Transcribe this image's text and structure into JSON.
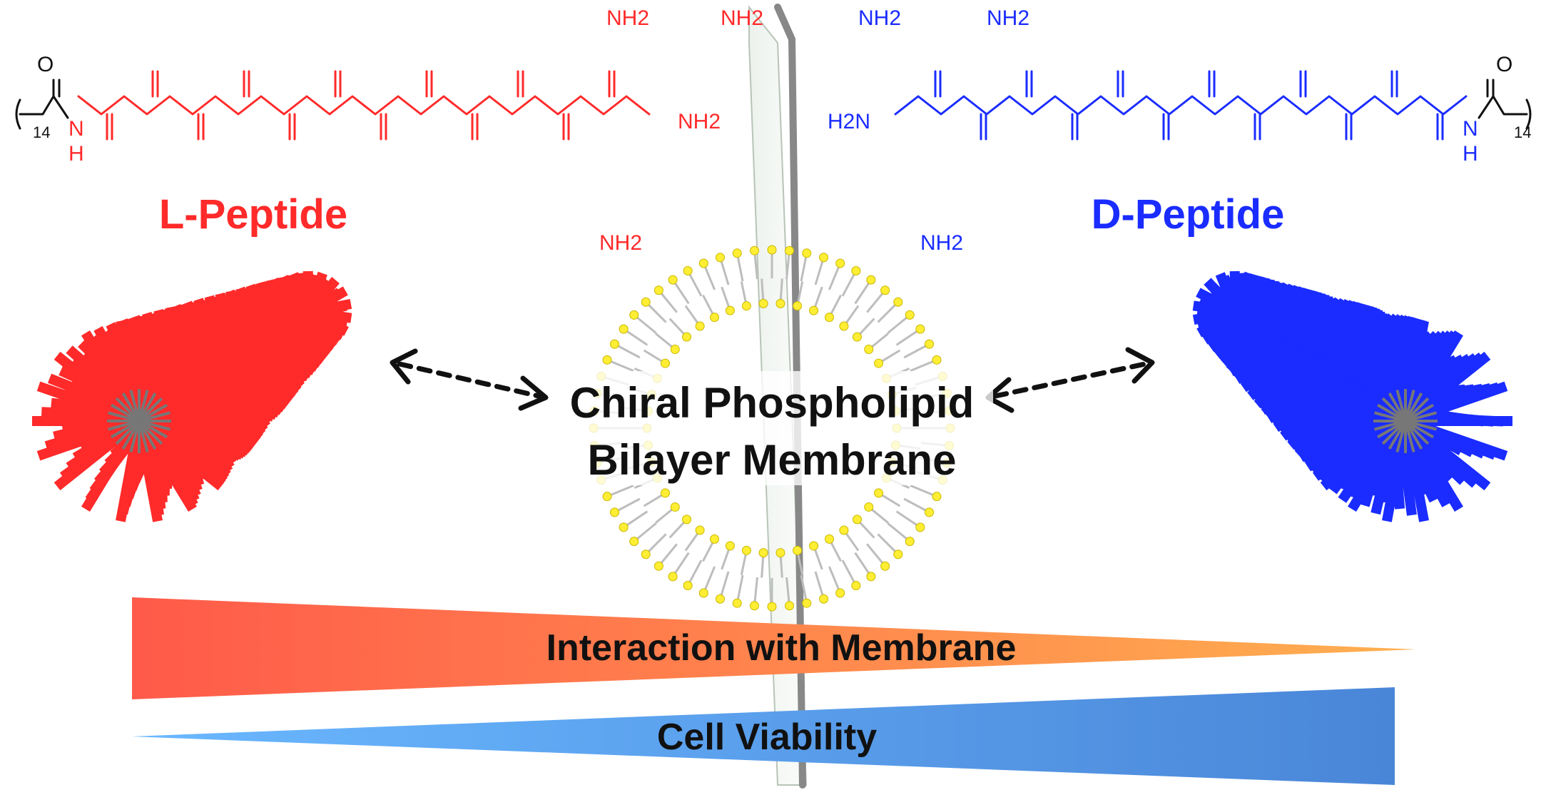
{
  "left_peptide": {
    "title": "L-Peptide",
    "color": "#ff2a2a",
    "groups": {
      "chain_index": "14",
      "amine_top_1": "NH2",
      "amine_top_2": "NH2",
      "amine_bottom": "NH2",
      "amide_end": "NH2",
      "nh": "H",
      "n": "N",
      "o": "O"
    }
  },
  "right_peptide": {
    "title": "D-Peptide",
    "color": "#1a2cff",
    "groups": {
      "chain_index": "14",
      "amine_top_1": "NH2",
      "amine_top_2": "NH2",
      "amine_bottom": "NH2",
      "amide_end": "H2N",
      "nh": "H",
      "n": "N",
      "o": "O"
    }
  },
  "center": {
    "line1": "Chiral Phospholipid",
    "line2": "Bilayer Membrane",
    "head_color": "#ffee33"
  },
  "bars": {
    "interaction": {
      "label": "Interaction with Membrane",
      "color_start": "#ff5a4a",
      "color_end": "#ffb050"
    },
    "viability": {
      "label": "Cell Viability",
      "color_start": "#6ab8ff",
      "color_end": "#4a86d8"
    }
  }
}
